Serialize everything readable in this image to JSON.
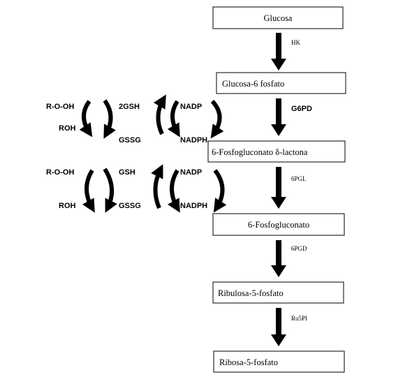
{
  "boxes": {
    "glucosa": "Glucosa",
    "g6p": "Glucosa-6 fosfato",
    "lactona": "6-Fosfogluconato δ-lactona",
    "fosfogluconato": "6-Fosfogluconato",
    "ribulosa": "Ribulosa-5-fosfato",
    "ribosa": "Ribosa-5-fosfato"
  },
  "enzymes": {
    "hk": "HK",
    "g6pd": "G6PD",
    "pgl": "6PGL",
    "pgd": "6PGD",
    "ru5pi": "Ru5PI"
  },
  "cycle1": {
    "roh_oh": "R-O-OH",
    "roh": "ROH",
    "gsh": "2GSH",
    "gssg": "GSSG",
    "nadp": "NADP",
    "nadph": "NADPH"
  },
  "cycle2": {
    "roh_oh": "R-O-OH",
    "roh": "ROH",
    "gsh": "GSH",
    "gssg": "GSSG",
    "nadp": "NADP",
    "nadph": "NADPH"
  }
}
